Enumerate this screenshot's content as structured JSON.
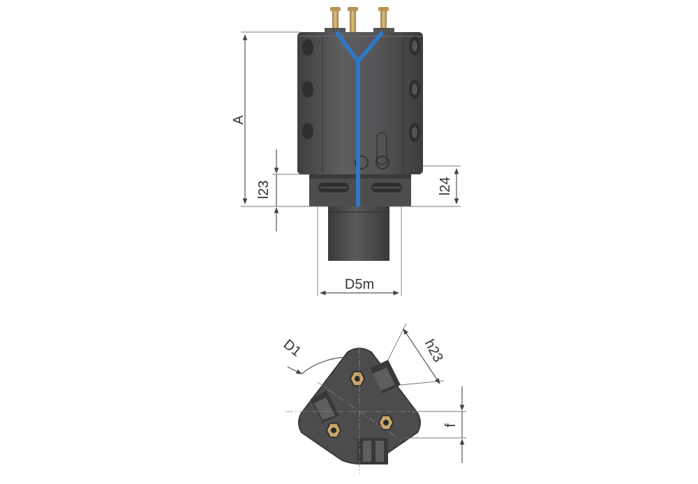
{
  "labels": {
    "height_overall": "A",
    "length_l23": "l23",
    "length_l24": "l24",
    "shank_diameter": "D5m",
    "diameter_d1": "D1",
    "height_h23": "h23",
    "offset_f": "f"
  },
  "colors": {
    "body_dark": "#4a4a4c",
    "body_mid": "#5c5c5e",
    "body_light": "#747477",
    "coolant_channel": "#2f78c4",
    "brass_fitting": "#c8a56a",
    "dimension_line": "#555555"
  },
  "icons": [
    "coolant-channel-icon",
    "nozzle-icon"
  ]
}
